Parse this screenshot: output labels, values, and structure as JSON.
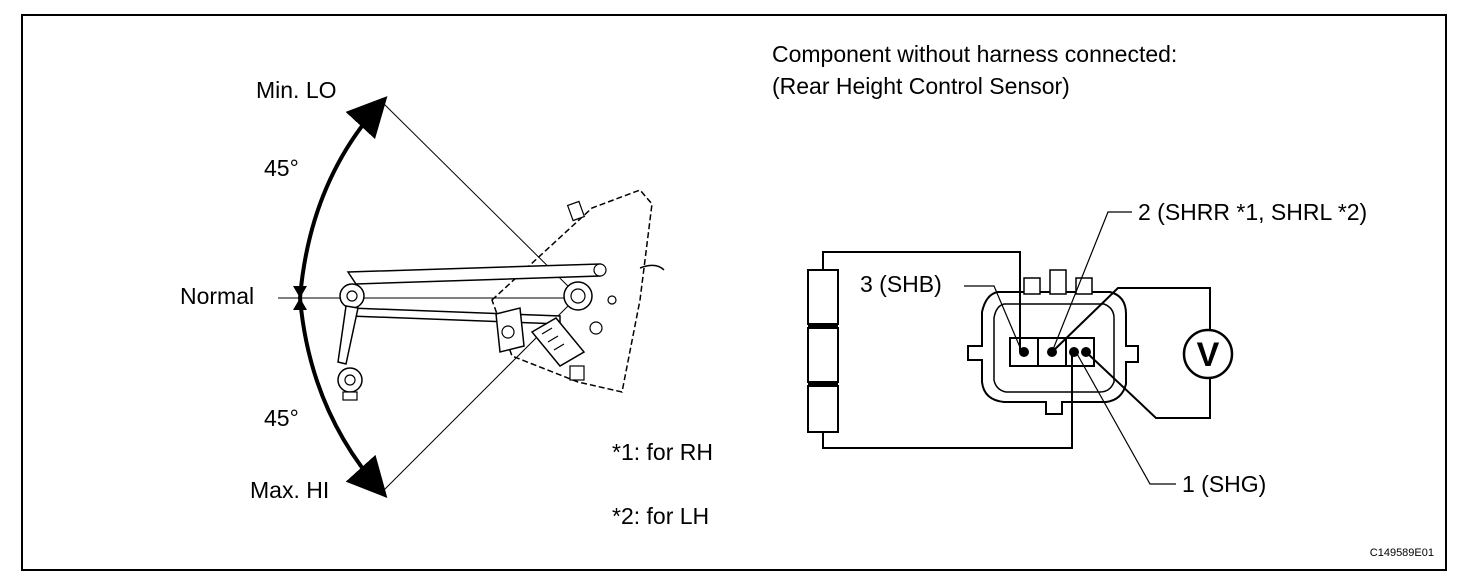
{
  "angle_labels": {
    "min_lo": "Min. LO",
    "normal": "Normal",
    "max_hi": "Max. HI",
    "upper_angle": "45°",
    "lower_angle": "45°"
  },
  "notes": {
    "rh": "*1: for RH",
    "lh": "*2: for LH"
  },
  "connector": {
    "header_line1": "Component without harness connected:",
    "header_line2": "(Rear Height Control Sensor)",
    "pin2": "2 (SHRR *1, SHRL *2)",
    "pin3": "3 (SHB)",
    "pin1": "1 (SHG)",
    "meter": "V"
  },
  "figure_code": "C149589E01"
}
